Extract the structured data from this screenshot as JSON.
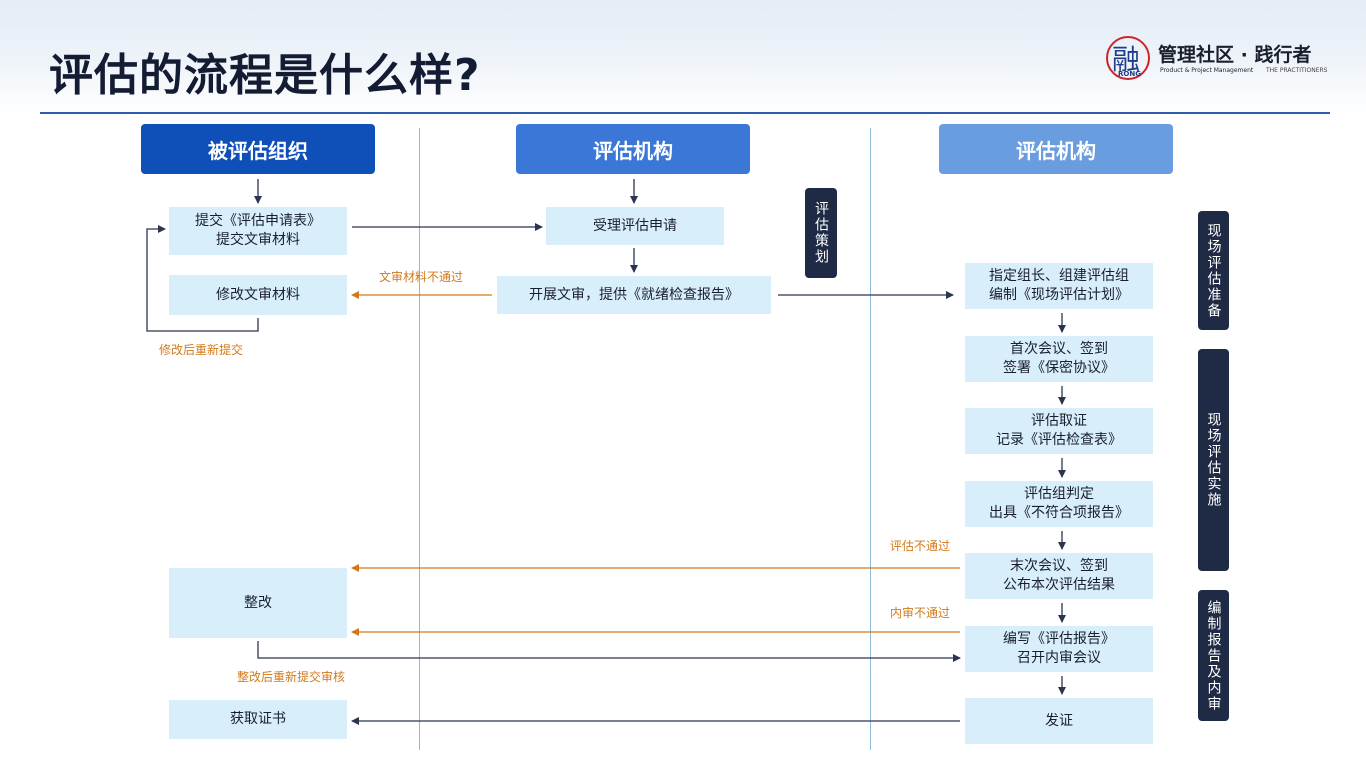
{
  "title": "评估的流程是什么样?",
  "logo": {
    "mark_char": "融",
    "mark_sub": "RONG",
    "name": "管理社区 · 践行者",
    "tagline_left": "Product & Project Management",
    "tagline_right": "THE PRACTITIONERS"
  },
  "columns": [
    {
      "label": "被评估组织",
      "color": "#0f4fb8"
    },
    {
      "label": "评估机构",
      "color": "#3a77d6"
    },
    {
      "label": "评估机构",
      "color": "#6a9ddf"
    }
  ],
  "org": {
    "submit": [
      "提交《评估申请表》",
      "提交文审材料"
    ],
    "revise": "修改文审材料",
    "rectify": "整改",
    "certificate": "获取证书"
  },
  "agency": {
    "accept": "受理评估申请",
    "review": "开展文审，提供《就绪检查报告》",
    "planning_label": "评估策划"
  },
  "onsite": {
    "steps": [
      [
        "指定组长、组建评估组",
        "编制《现场评估计划》"
      ],
      [
        "首次会议、签到",
        "签署《保密协议》"
      ],
      [
        "评估取证",
        "记录《评估检查表》"
      ],
      [
        "评估组判定",
        "出具《不符合项报告》"
      ],
      [
        "末次会议、签到",
        "公布本次评估结果"
      ],
      [
        "编写《评估报告》",
        "召开内审会议"
      ],
      [
        "发证"
      ]
    ],
    "stages": [
      "现场评估准备",
      "现场评估实施",
      "编制报告及内审"
    ]
  },
  "notes": {
    "doc_fail": "文审材料不通过",
    "resubmit": "修改后重新提交",
    "eval_fail": "评估不通过",
    "internal_fail": "内审不通过",
    "rectify_resubmit": "整改后重新提交审核"
  },
  "colors": {
    "box_fill": "#d8eefa",
    "arrow_dark": "#2b3550",
    "arrow_orange": "#d27a1b",
    "divider": "#8fb8d6",
    "stage_fill": "#1f2a44"
  }
}
